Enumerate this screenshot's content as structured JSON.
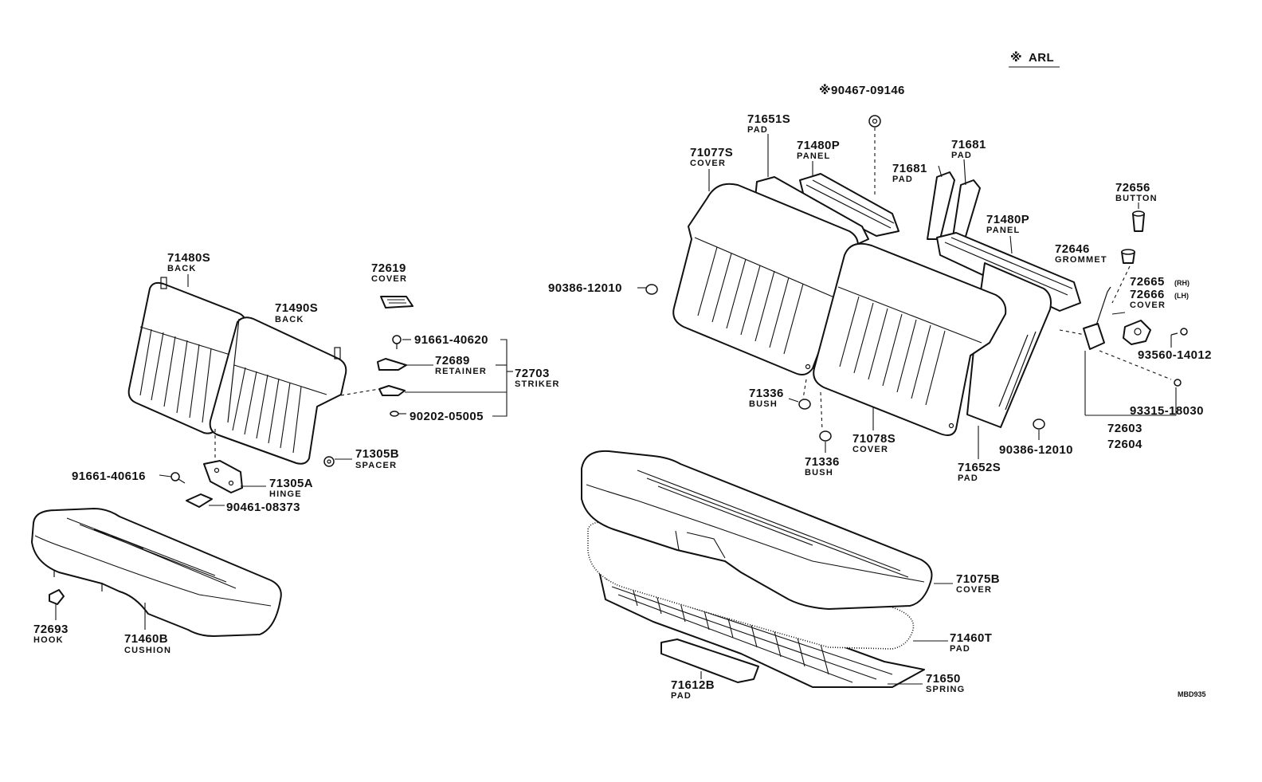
{
  "header": {
    "note_symbol": "※",
    "note_text": "ARL"
  },
  "footer": {
    "diagram_code": "MBD935"
  },
  "labels": {
    "p_71480S": {
      "number": "71480S",
      "name": "BACK"
    },
    "p_71490S": {
      "number": "71490S",
      "name": "BACK"
    },
    "p_72619": {
      "number": "72619",
      "name": "COVER"
    },
    "p_91661_40620": {
      "number": "91661-40620"
    },
    "p_72689": {
      "number": "72689",
      "name": "RETAINER"
    },
    "p_72703": {
      "number": "72703",
      "name": "STRIKER"
    },
    "p_90202_05005": {
      "number": "90202-05005"
    },
    "p_71305B": {
      "number": "71305B",
      "name": "SPACER"
    },
    "p_91661_40616": {
      "number": "91661-40616"
    },
    "p_71305A": {
      "number": "71305A",
      "name": "HINGE"
    },
    "p_90461_08373": {
      "number": "90461-08373"
    },
    "p_72693": {
      "number": "72693",
      "name": "HOOK"
    },
    "p_71460B": {
      "number": "71460B",
      "name": "CUSHION"
    },
    "p_90467_09146": {
      "number": "※90467-09146"
    },
    "p_71651S": {
      "number": "71651S",
      "name": "PAD"
    },
    "p_71077S": {
      "number": "71077S",
      "name": "COVER"
    },
    "p_71480P_a": {
      "number": "71480P",
      "name": "PANEL"
    },
    "p_71681_a": {
      "number": "71681",
      "name": "PAD"
    },
    "p_71681_b": {
      "number": "71681",
      "name": "PAD"
    },
    "p_72656": {
      "number": "72656",
      "name": "BUTTON"
    },
    "p_71480P_b": {
      "number": "71480P",
      "name": "PANEL"
    },
    "p_72646": {
      "number": "72646",
      "name": "GROMMET"
    },
    "p_72665": {
      "number": "72665",
      "suffix": "(RH)"
    },
    "p_72666": {
      "number": "72666",
      "suffix": "(LH)",
      "name": "COVER"
    },
    "p_90386_12010_a": {
      "number": "90386-12010"
    },
    "p_93560_14012": {
      "number": "93560-14012"
    },
    "p_93315_18030": {
      "number": "93315-18030"
    },
    "p_72603": {
      "number": "72603"
    },
    "p_72604": {
      "number": "72604"
    },
    "p_71336_a": {
      "number": "71336",
      "name": "BUSH"
    },
    "p_71078S": {
      "number": "71078S",
      "name": "COVER"
    },
    "p_71336_b": {
      "number": "71336",
      "name": "BUSH"
    },
    "p_90386_12010_b": {
      "number": "90386-12010"
    },
    "p_71652S": {
      "number": "71652S",
      "name": "PAD"
    },
    "p_71075B": {
      "number": "71075B",
      "name": "COVER"
    },
    "p_71460T": {
      "number": "71460T",
      "name": "PAD"
    },
    "p_71612B": {
      "number": "71612B",
      "name": "PAD"
    },
    "p_71650": {
      "number": "71650",
      "name": "SPRING"
    }
  }
}
